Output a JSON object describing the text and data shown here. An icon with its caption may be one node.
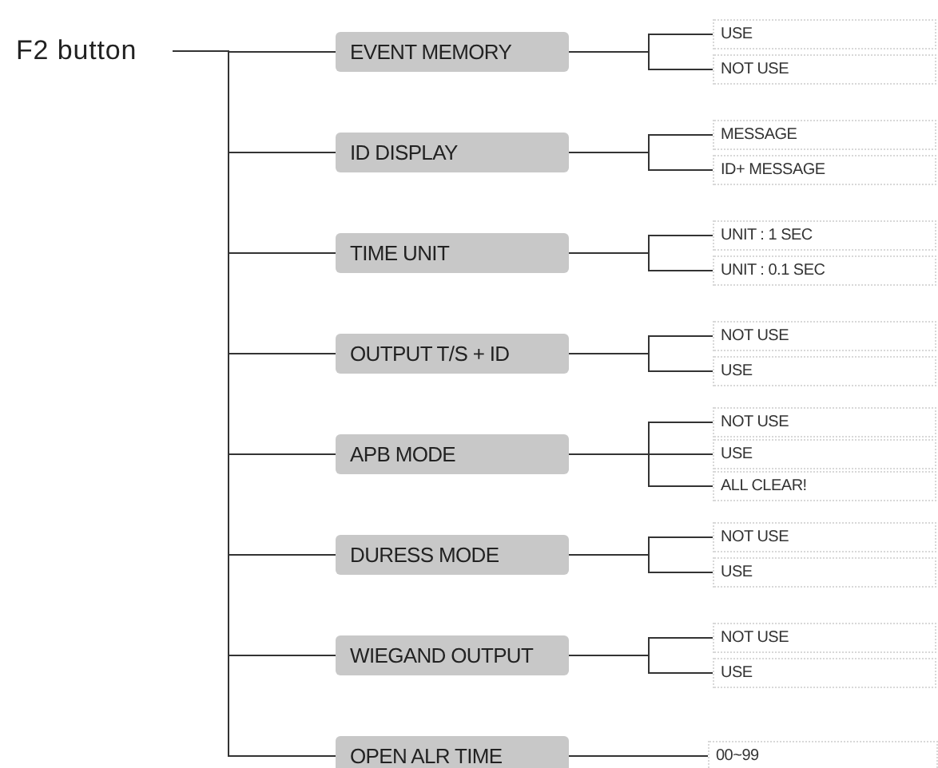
{
  "diagram": {
    "nodes": [
      {
        "text": [
          "F2 button"
        ]
      },
      {
        "text": [
          "EVENT MEMORY"
        ]
      },
      {
        "text": [
          "USE"
        ]
      },
      {
        "text": [
          "NOT USE"
        ]
      },
      {
        "text": [
          "ID DISPLAY"
        ]
      },
      {
        "text": [
          "MESSAGE"
        ]
      },
      {
        "text": [
          "ID+ MESSAGE"
        ]
      },
      {
        "text": [
          "TIME UNIT"
        ]
      },
      {
        "text": [
          "UNIT : 1 SEC"
        ]
      },
      {
        "text": [
          "UNIT : 0.1 SEC"
        ]
      },
      {
        "text": [
          "OUTPUT T/S + ID"
        ]
      },
      {
        "text": [
          "NOT USE"
        ]
      },
      {
        "text": [
          "USE"
        ]
      },
      {
        "text": [
          "APB MODE"
        ]
      },
      {
        "text": [
          "NOT USE"
        ]
      },
      {
        "text": [
          "USE"
        ]
      },
      {
        "text": [
          "ALL CLEAR!"
        ]
      },
      {
        "text": [
          "DURESS MODE"
        ]
      },
      {
        "text": [
          "NOT USE"
        ]
      },
      {
        "text": [
          "USE"
        ]
      },
      {
        "text": [
          "WIEGAND OUTPUT"
        ]
      },
      {
        "text": [
          "NOT USE"
        ]
      },
      {
        "text": [
          "USE"
        ]
      },
      {
        "text": [
          "OPEN ALR TIME"
        ]
      },
      {
        "text": [
          "00~99"
        ]
      }
    ],
    "edges": [
      {
        "from": 0,
        "to": 1,
        "arrow": "none"
      },
      {
        "from": 0,
        "to": 4,
        "arrow": "none"
      },
      {
        "from": 0,
        "to": 7,
        "arrow": "none"
      },
      {
        "from": 0,
        "to": 10,
        "arrow": "none"
      },
      {
        "from": 0,
        "to": 13,
        "arrow": "none"
      },
      {
        "from": 0,
        "to": 17,
        "arrow": "none"
      },
      {
        "from": 0,
        "to": 20,
        "arrow": "none"
      },
      {
        "from": 0,
        "to": 23,
        "arrow": "none"
      },
      {
        "from": 1,
        "to": 2,
        "arrow": "none"
      },
      {
        "from": 1,
        "to": 3,
        "arrow": "none"
      },
      {
        "from": 4,
        "to": 5,
        "arrow": "none"
      },
      {
        "from": 4,
        "to": 6,
        "arrow": "none"
      },
      {
        "from": 7,
        "to": 8,
        "arrow": "none"
      },
      {
        "from": 7,
        "to": 9,
        "arrow": "none"
      },
      {
        "from": 10,
        "to": 11,
        "arrow": "none"
      },
      {
        "from": 10,
        "to": 12,
        "arrow": "none"
      },
      {
        "from": 13,
        "to": 14,
        "arrow": "none"
      },
      {
        "from": 13,
        "to": 15,
        "arrow": "none"
      },
      {
        "from": 13,
        "to": 16,
        "arrow": "none"
      },
      {
        "from": 17,
        "to": 18,
        "arrow": "none"
      },
      {
        "from": 17,
        "to": 19,
        "arrow": "none"
      },
      {
        "from": 20,
        "to": 21,
        "arrow": "none"
      },
      {
        "from": 20,
        "to": 22,
        "arrow": "none"
      },
      {
        "from": 23,
        "to": 24,
        "arrow": "none"
      }
    ]
  }
}
